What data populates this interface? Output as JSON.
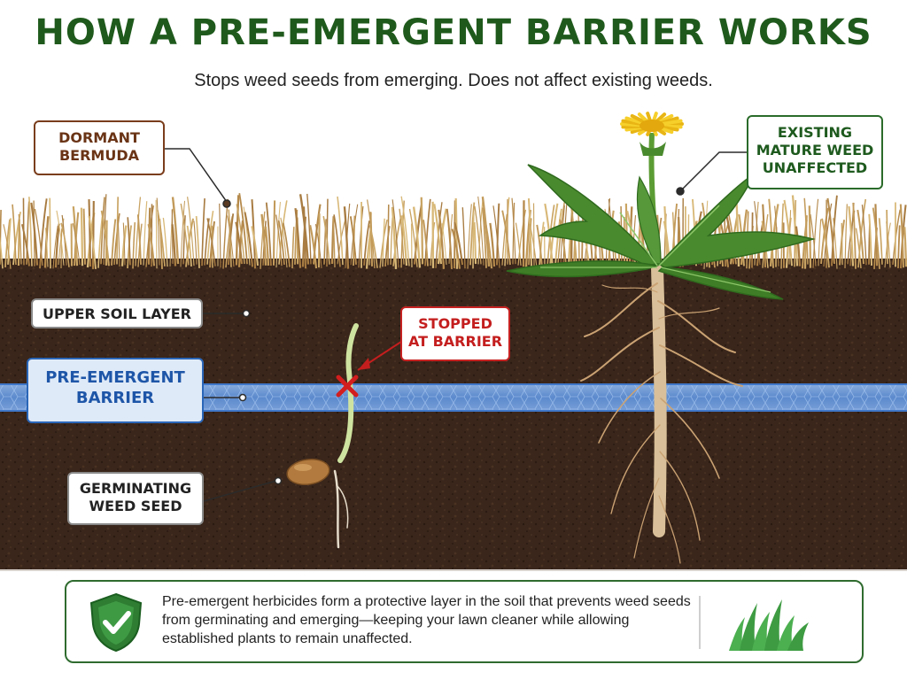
{
  "header": {
    "title": "HOW A PRE-EMERGENT BARRIER WORKS",
    "subtitle": "Stops weed seeds from emerging. Does not affect existing weeds."
  },
  "labels": {
    "dormant_bermuda": [
      "DORMANT",
      "BERMUDA"
    ],
    "existing_weed": [
      "EXISTING",
      "MATURE WEED",
      "UNAFFECTED"
    ],
    "upper_soil": [
      "UPPER SOIL LAYER"
    ],
    "barrier": [
      "PRE-EMERGENT",
      "BARRIER"
    ],
    "stopped": [
      "STOPPED",
      "AT BARRIER"
    ],
    "seed": [
      "GERMINATING",
      "WEED SEED"
    ]
  },
  "footer": {
    "description": "Pre-emergent herbicides form a protective layer in the soil that prevents weed seeds from germinating and emerging—keeping your lawn cleaner while allowing established plants to remain unaffected.",
    "left_icon": "shield-check-icon",
    "right_icon": "grass-icon"
  },
  "colors": {
    "title": "#1f5a1c",
    "soil": "#3a261b",
    "grass": "#c29a5a",
    "barrier": "#6ea2e6",
    "stopped": "#c41e1e",
    "leaf": "#4a8a2e",
    "flower": "#f2c21a"
  }
}
